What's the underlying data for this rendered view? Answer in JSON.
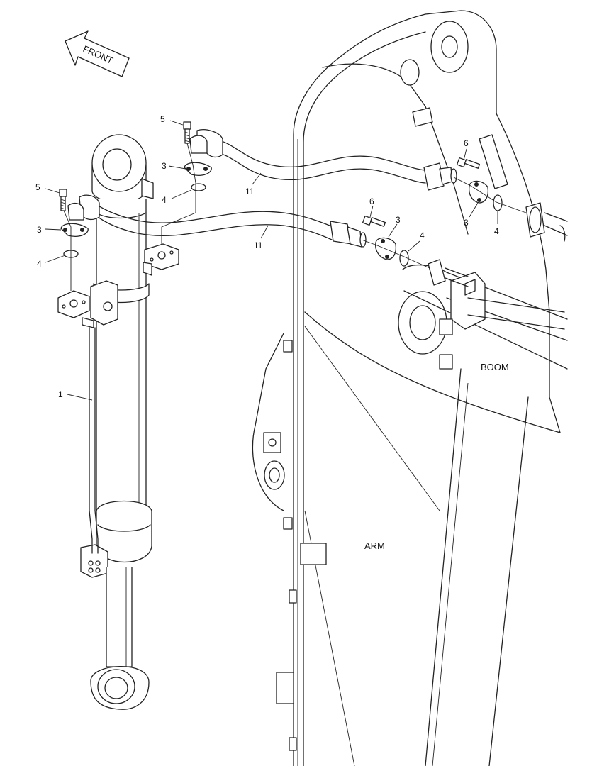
{
  "diagram": {
    "front_label": "FRONT",
    "boom_label": "BOOM",
    "arm_label": "ARM",
    "callouts": [
      {
        "id": "c1",
        "text": "1"
      },
      {
        "id": "c3a",
        "text": "3"
      },
      {
        "id": "c3b",
        "text": "3"
      },
      {
        "id": "c3c",
        "text": "3"
      },
      {
        "id": "c3d",
        "text": "3"
      },
      {
        "id": "c4a",
        "text": "4"
      },
      {
        "id": "c4b",
        "text": "4"
      },
      {
        "id": "c4c",
        "text": "4"
      },
      {
        "id": "c4d",
        "text": "4"
      },
      {
        "id": "c5a",
        "text": "5"
      },
      {
        "id": "c5b",
        "text": "5"
      },
      {
        "id": "c6a",
        "text": "6"
      },
      {
        "id": "c6b",
        "text": "6"
      },
      {
        "id": "c11a",
        "text": "11"
      },
      {
        "id": "c11b",
        "text": "11"
      }
    ]
  }
}
